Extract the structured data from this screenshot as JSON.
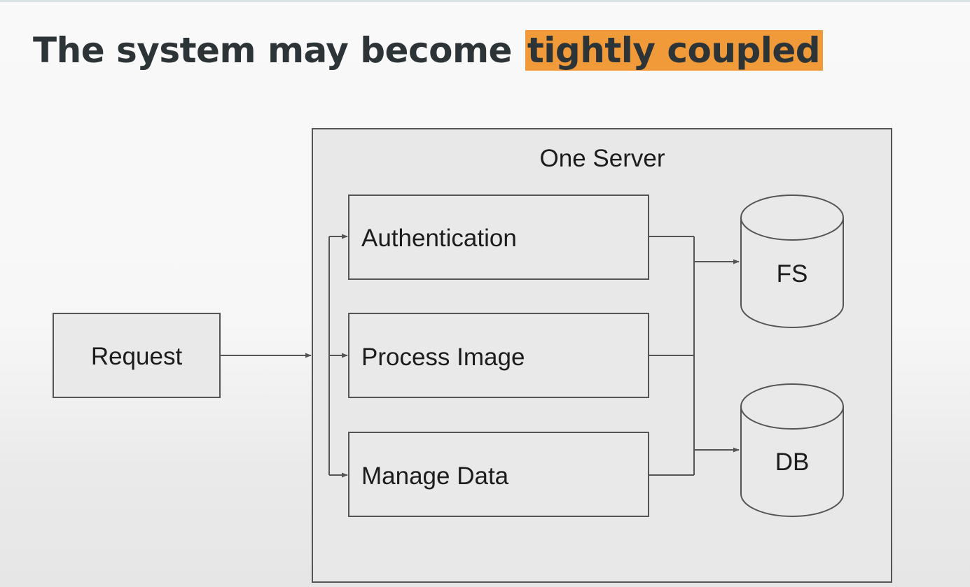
{
  "slide": {
    "title_prefix": "The system may become",
    "title_highlight": "tightly coupled"
  },
  "diagram": {
    "request": "Request",
    "server": "One Server",
    "services": [
      "Authentication",
      "Process Image",
      "Manage Data"
    ],
    "stores": [
      "FS",
      "DB"
    ]
  },
  "colors": {
    "highlight": "#f19a3a",
    "title": "#2c3438",
    "box_fill": "#e9e9e9",
    "border": "#555555"
  }
}
